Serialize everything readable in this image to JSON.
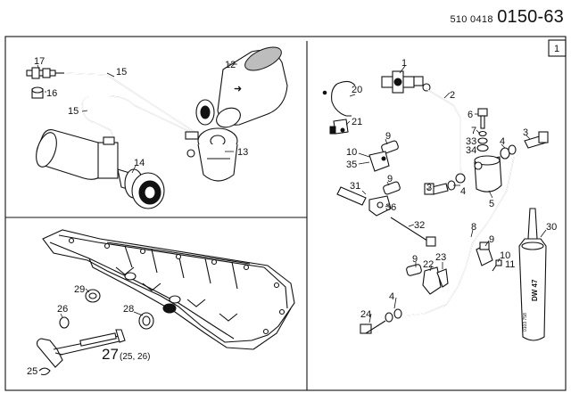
{
  "header": {
    "doc_prefix": "510 0418",
    "doc_number": "0150-63"
  },
  "panel_right": {
    "index": "1"
  },
  "callouts": {
    "c1": "1",
    "c2": "2",
    "c3a": "3",
    "c3b": "3",
    "c4a": "4",
    "c4b": "4",
    "c4c": "4",
    "c5": "5",
    "c6": "6",
    "c7": "7",
    "c8": "8",
    "c9a": "9",
    "c9b": "9",
    "c9c": "9",
    "c9d": "9",
    "c10": "10",
    "c11": "11",
    "c12": "12",
    "c13": "13",
    "c14": "14",
    "c15a": "15",
    "c15b": "15",
    "c16": "16",
    "c17": "17",
    "c20": "20",
    "c21": "21",
    "c22": "22",
    "c23": "23",
    "c24": "24",
    "c25": "25",
    "c26": "26",
    "c27": "27",
    "c27sub": "(25, 26)",
    "c28": "28",
    "c29": "29",
    "c30": "30",
    "c31": "31",
    "c32": "32",
    "c33": "33",
    "c34": "34",
    "c35": "35",
    "c36": "36"
  },
  "tube_label": "DW 47",
  "tube_sublabel": "0103 758"
}
